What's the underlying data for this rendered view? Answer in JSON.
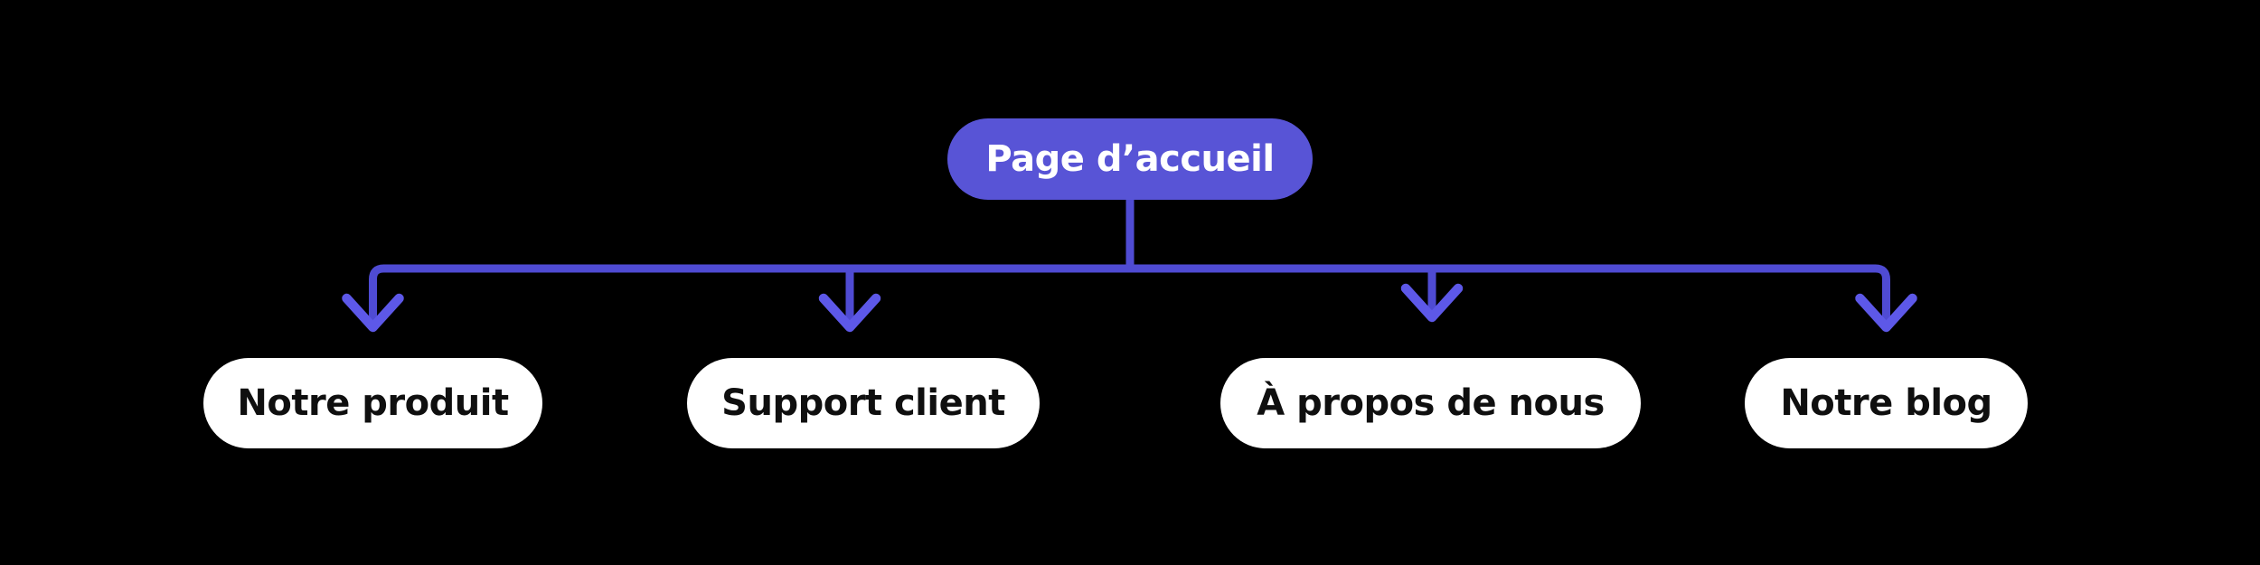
{
  "diagram": {
    "type": "sitemap-tree",
    "background_color": "#000000",
    "root": {
      "label": "Page d’accueil",
      "fill_color": "#5854d6",
      "text_color": "#ffffff"
    },
    "children": [
      {
        "label": "Notre produit"
      },
      {
        "label": "Support client"
      },
      {
        "label": "À propos de nous"
      },
      {
        "label": "Notre blog"
      }
    ],
    "child_fill_color": "#ffffff",
    "child_text_color": "#0f0f0f",
    "connector_color": "#4f4bd3",
    "arrow_color": "#5d58e8"
  }
}
